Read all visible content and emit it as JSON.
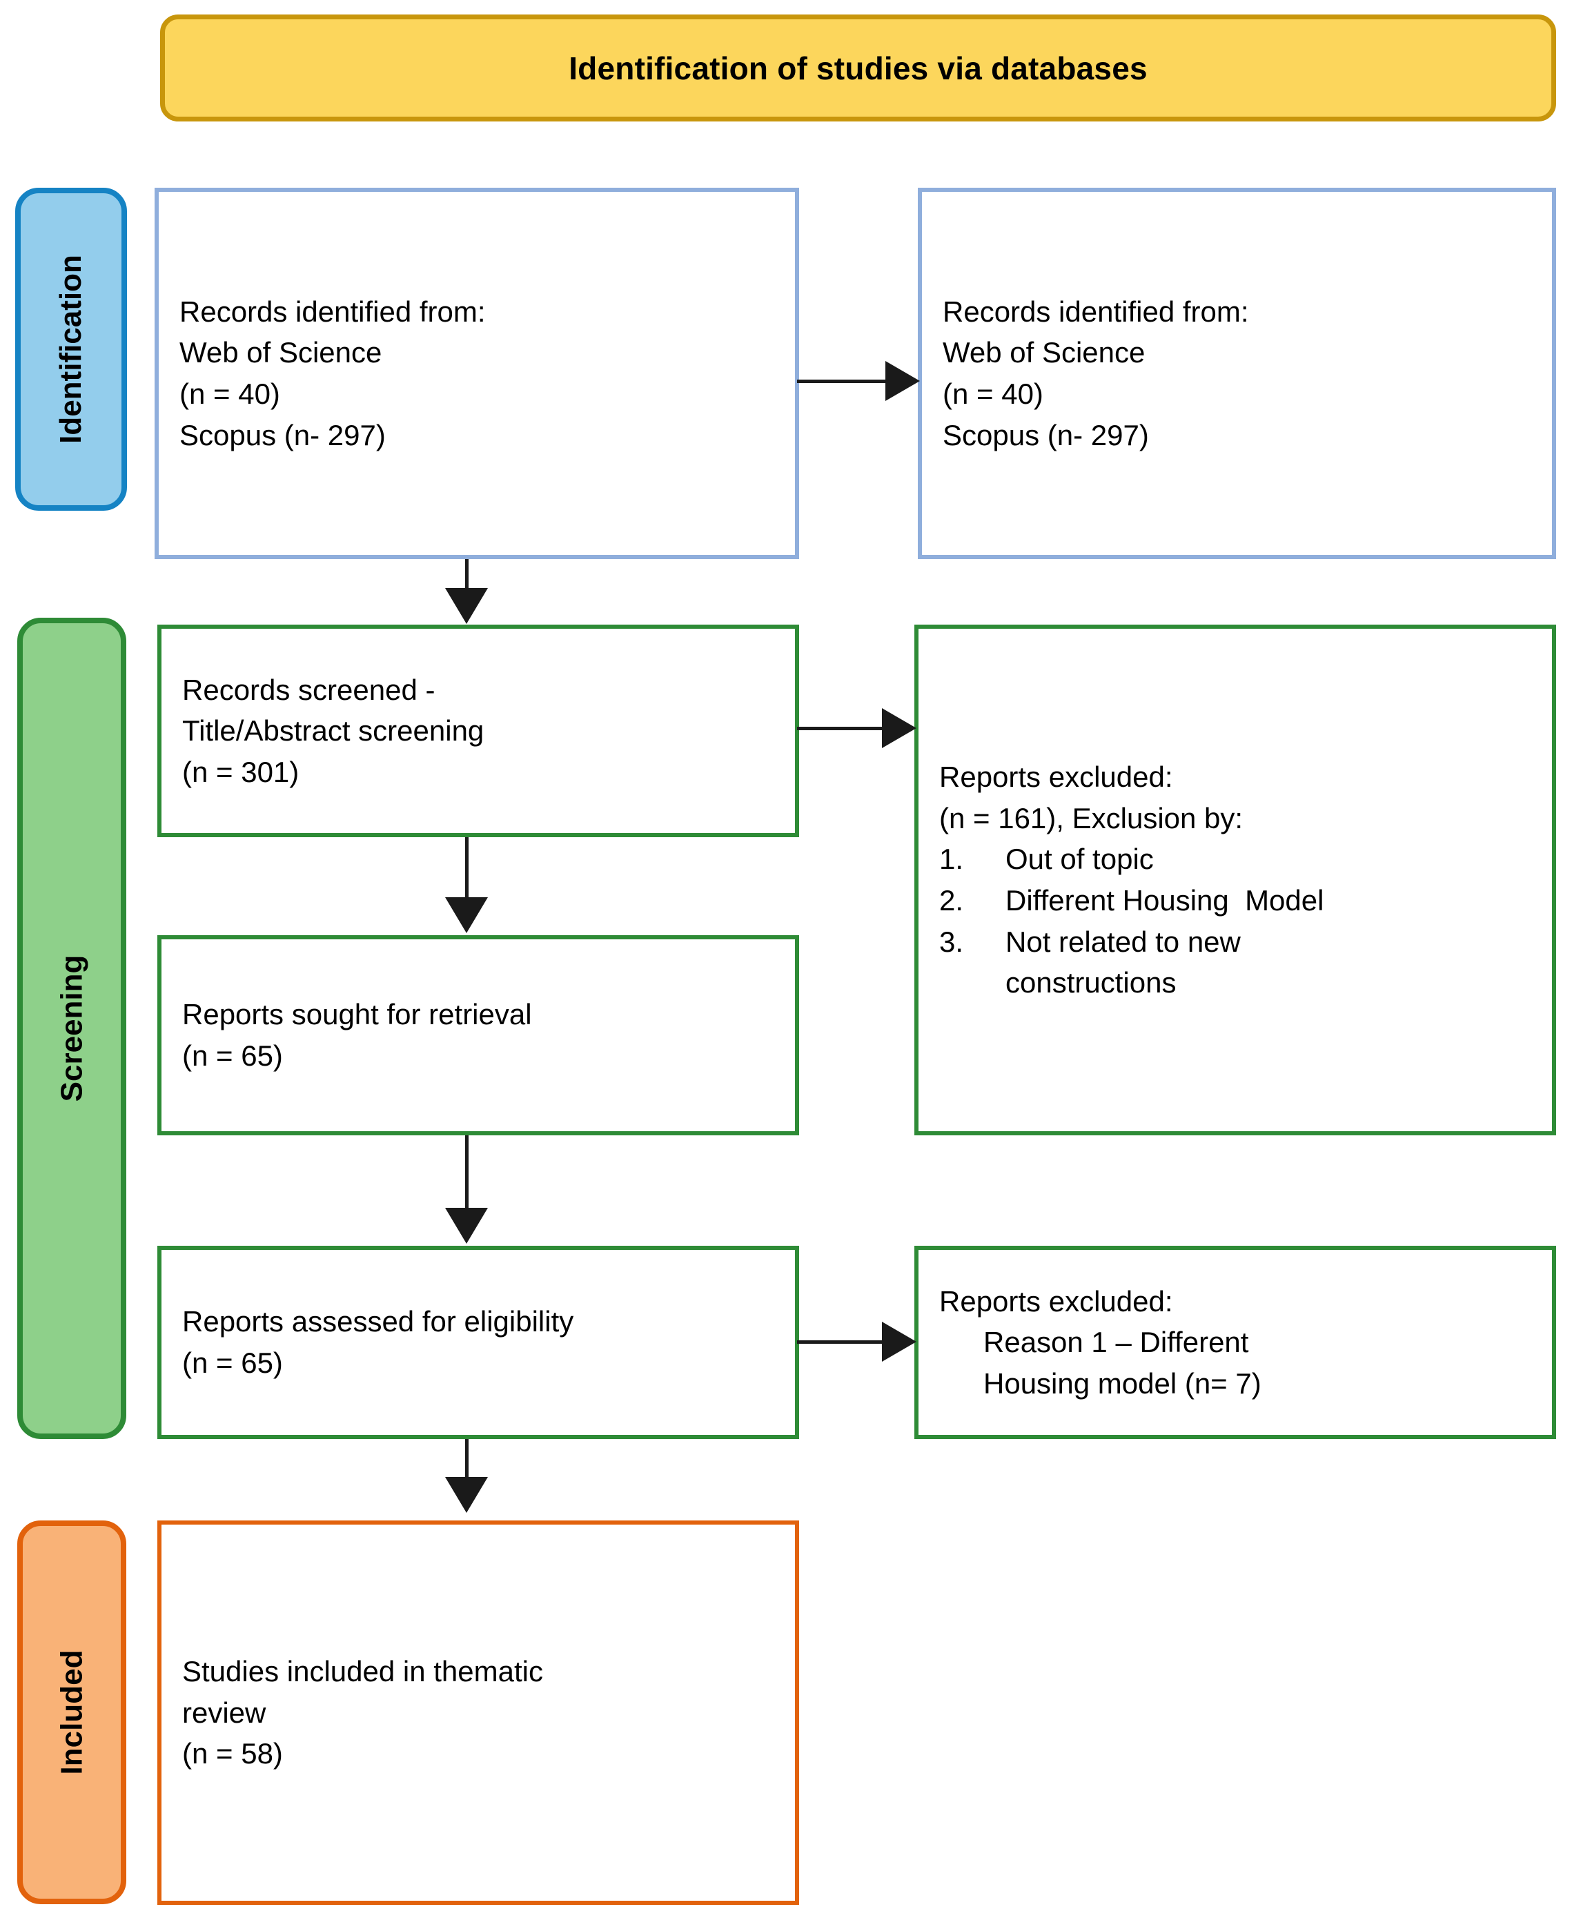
{
  "banner": {
    "title": "Identification of studies via databases",
    "fill": "#FCD65C",
    "border": "#C8960C"
  },
  "stages": {
    "identification": {
      "label": "Identification",
      "fill": "#93CDEC",
      "border": "#1583C4"
    },
    "screening": {
      "label": "Screening",
      "fill": "#8ED08A",
      "border": "#2E8B36"
    },
    "included": {
      "label": "Included",
      "fill": "#F9B277",
      "border": "#E2620C"
    }
  },
  "boxes": {
    "records_identified_left": {
      "lines": [
        "Records identified from:",
        "Web of Science",
        "(n = 40)",
        "Scopus (n- 297)"
      ],
      "border": "#8FAEDC"
    },
    "records_identified_right": {
      "lines": [
        "Records identified from:",
        "Web of Science",
        "(n = 40)",
        "Scopus (n- 297)"
      ],
      "border": "#8FAEDC"
    },
    "records_screened": {
      "lines": [
        "Records screened -",
        "Title/Abstract screening",
        "(n = 301)"
      ],
      "border": "#2E8B36"
    },
    "reports_excluded_screening": {
      "lines": [
        "Reports excluded:",
        "(n = 161), Exclusion by:"
      ],
      "numbered": [
        {
          "num": "1.",
          "text": "Out of topic"
        },
        {
          "num": "2.",
          "text": "Different Housing  Model"
        },
        {
          "num": "3.",
          "text": "Not related to new"
        }
      ],
      "continuation": "constructions",
      "border": "#2E8B36"
    },
    "reports_sought": {
      "lines": [
        "Reports sought for retrieval",
        "(n = 65)"
      ],
      "border": "#2E8B36"
    },
    "reports_assessed": {
      "lines": [
        "Reports assessed for eligibility",
        "(n = 65)"
      ],
      "border": "#2E8B36"
    },
    "reports_excluded_eligibility": {
      "lines": [
        "Reports excluded:"
      ],
      "indented": [
        "Reason 1 – Different",
        "Housing model (n= 7)"
      ],
      "border": "#2E8B36"
    },
    "studies_included": {
      "lines": [
        "Studies included in thematic",
        "review",
        "(n = 58)"
      ],
      "border": "#E2620C"
    }
  }
}
